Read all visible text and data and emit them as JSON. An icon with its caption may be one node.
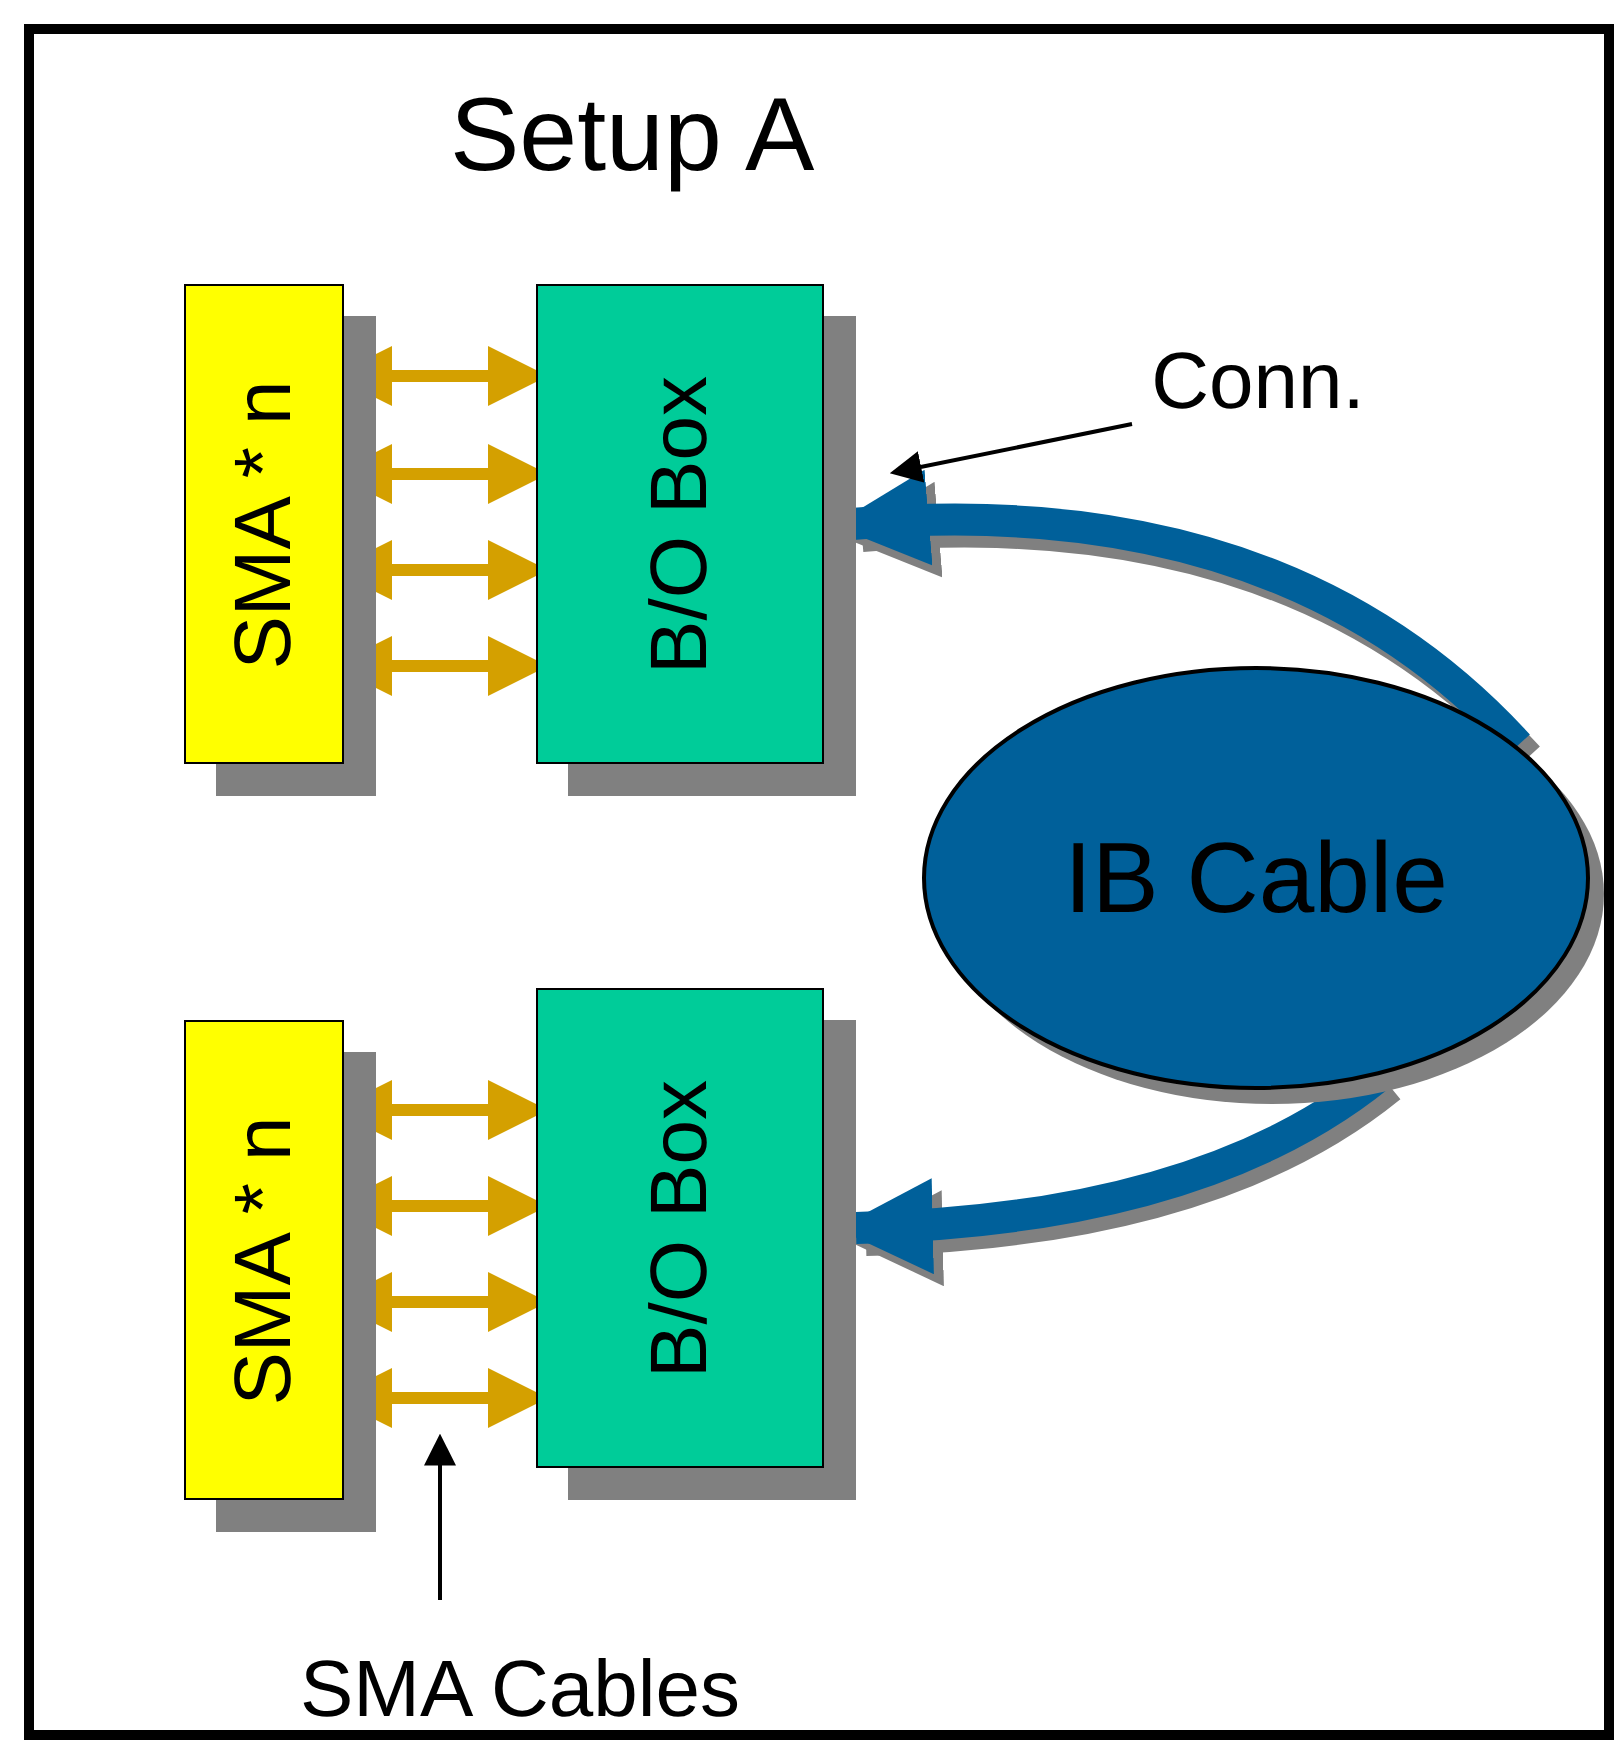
{
  "diagram": {
    "title": "Setup A",
    "nodes": [
      {
        "text": [
          "SMA * n"
        ]
      },
      {
        "text": [
          "B/O Box"
        ]
      },
      {
        "text": [
          "SMA * n"
        ]
      },
      {
        "text": [
          "B/O Box"
        ]
      },
      {
        "text": [
          "IB Cable"
        ]
      },
      {
        "text": [
          "Conn."
        ]
      },
      {
        "text": [
          "SMA Cables"
        ]
      }
    ],
    "edges": [
      {
        "from": 0,
        "to": 1,
        "arrow": "both"
      },
      {
        "from": 0,
        "to": 1,
        "arrow": "both"
      },
      {
        "from": 0,
        "to": 1,
        "arrow": "both"
      },
      {
        "from": 0,
        "to": 1,
        "arrow": "both"
      },
      {
        "from": 2,
        "to": 3,
        "arrow": "both"
      },
      {
        "from": 2,
        "to": 3,
        "arrow": "both"
      },
      {
        "from": 2,
        "to": 3,
        "arrow": "both"
      },
      {
        "from": 2,
        "to": 3,
        "arrow": "both"
      },
      {
        "from": 4,
        "to": 1,
        "arrow": "to",
        "style": "thick",
        "color": "#00609a"
      },
      {
        "from": 4,
        "to": 3,
        "arrow": "to",
        "style": "thick",
        "color": "#00609a"
      },
      {
        "from": 5,
        "to": 1,
        "arrow": "to",
        "color": "#000000"
      },
      {
        "from": 6,
        "to": null,
        "arrow": "to",
        "color": "#000000"
      }
    ]
  }
}
